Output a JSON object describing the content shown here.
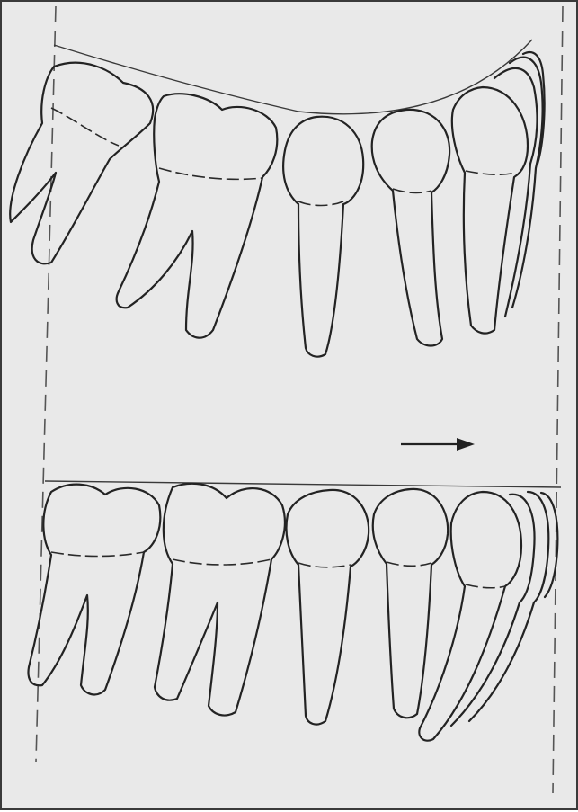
{
  "figure": {
    "kind": "dental line drawing",
    "panels": [
      "upper-arch-curved",
      "lower-arch-flat"
    ],
    "arrow_direction": "right",
    "colors": {
      "background": "#e9e9e9",
      "line": "#232323",
      "border": "#3a3a3a"
    }
  }
}
